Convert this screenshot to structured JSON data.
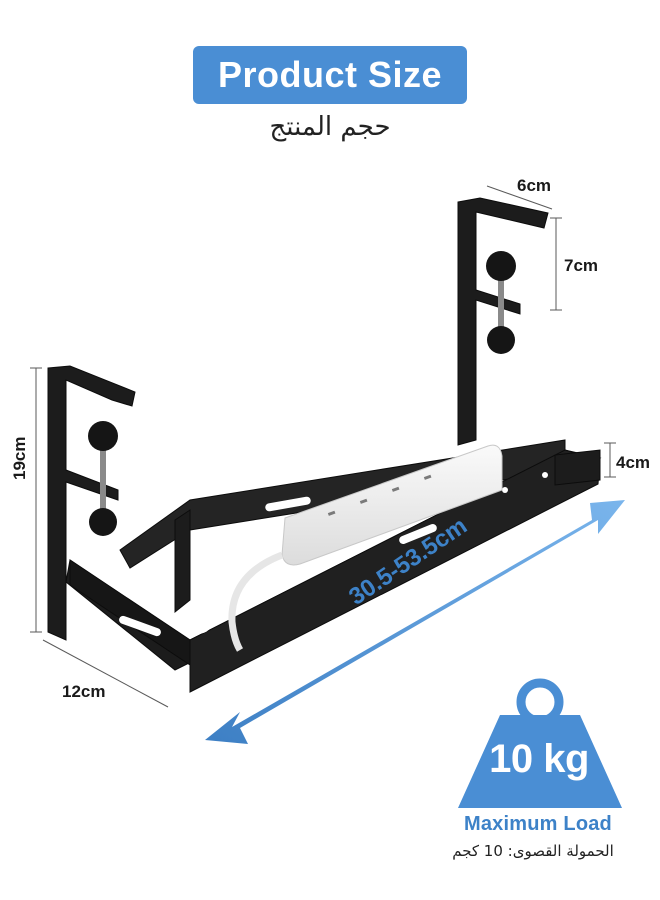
{
  "title": "Product Size",
  "subtitle_ar": "حجم المنتج",
  "dimensions": {
    "top_width": "6cm",
    "clamp_height": "7cm",
    "side_height": "4cm",
    "total_height": "19cm",
    "depth": "12cm",
    "length_range": "30.5-53.5cm"
  },
  "load": {
    "weight": "10 kg",
    "label": "Maximum Load",
    "label_ar": "الحمولة القصوى: 10 كجم"
  },
  "colors": {
    "accent_blue": "#4a8ed4",
    "tray_black": "#1c1c1c",
    "arrow_blue": "#5a9ee0"
  },
  "icons": [
    "weight-icon",
    "double-arrow-icon",
    "power-strip-icon",
    "cable-tray-icon"
  ]
}
